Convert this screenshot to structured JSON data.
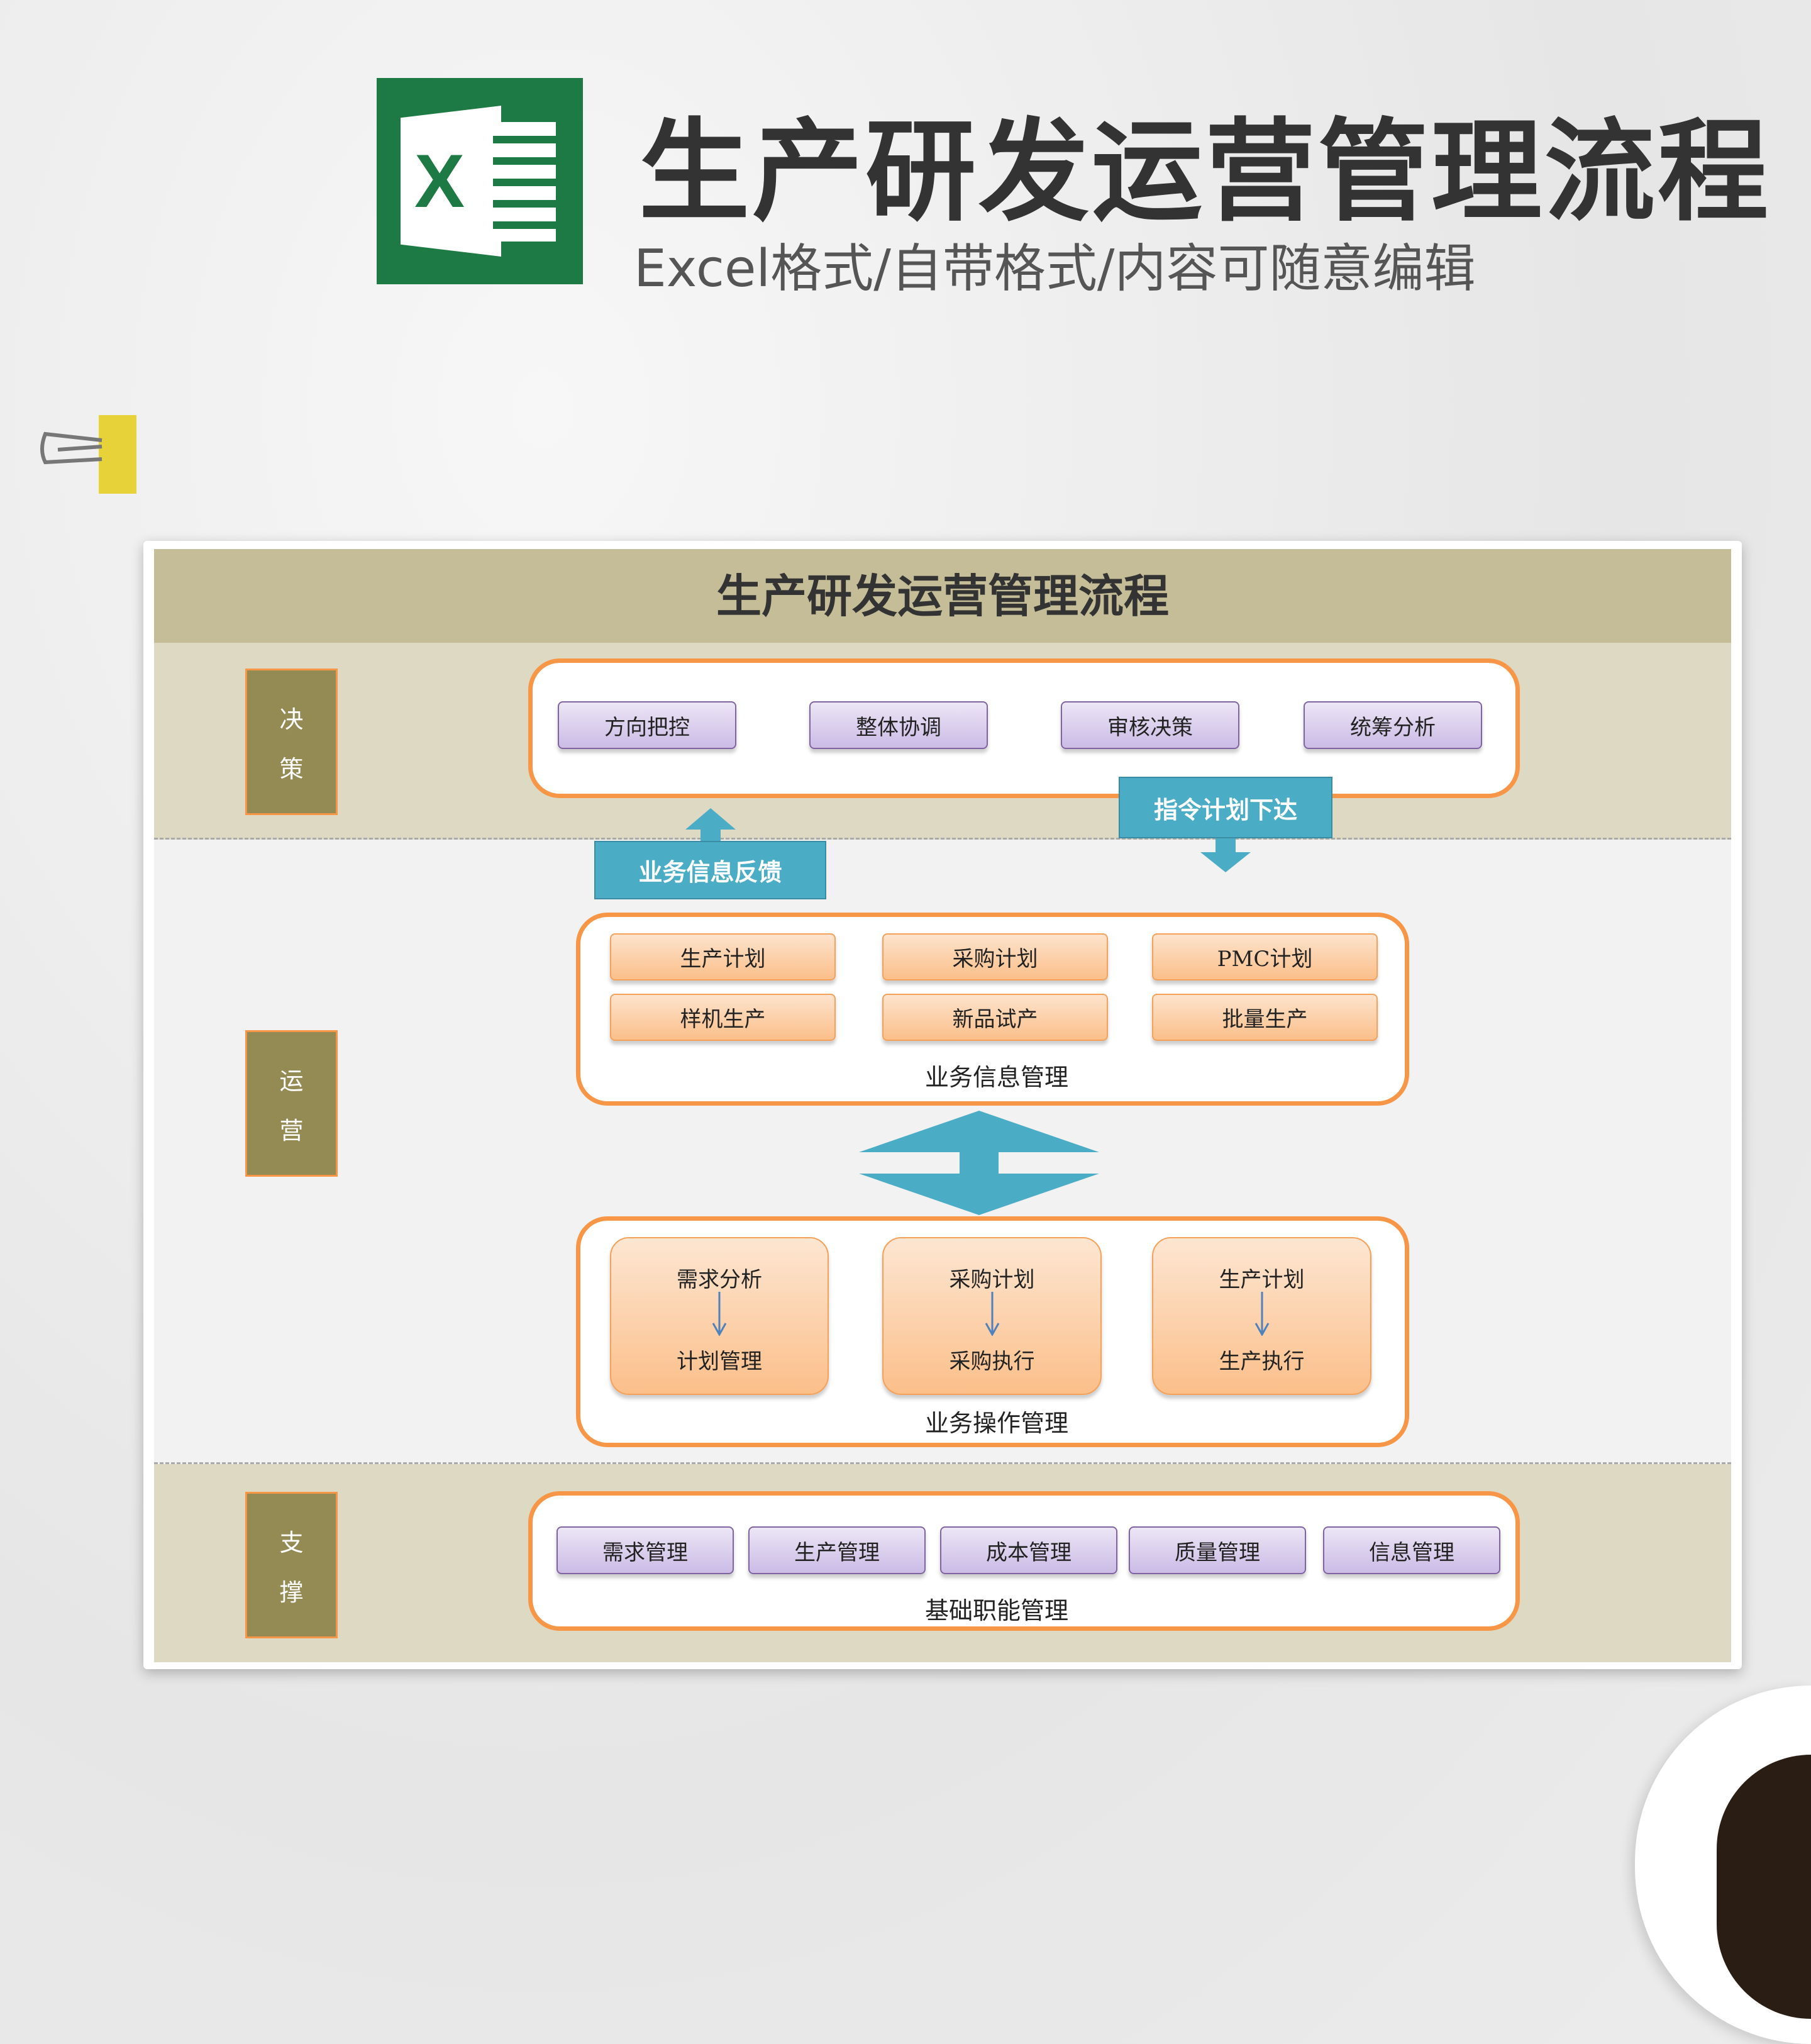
{
  "header": {
    "title": "生产研发运营管理流程",
    "subtitle": "Excel格式/自带格式/内容可随意编辑",
    "logo_letter": "X"
  },
  "diagram": {
    "title": "生产研发运营管理流程",
    "lanes": [
      {
        "label": [
          "决",
          "策"
        ]
      },
      {
        "label": [
          "运",
          "营"
        ]
      },
      {
        "label": [
          "支",
          "撑"
        ]
      }
    ],
    "decision": [
      "方向把控",
      "整体协调",
      "审核决策",
      "统筹分析"
    ],
    "arrow_down_label": "指令计划下达",
    "arrow_up_label": "业务信息反馈",
    "info_mgmt": {
      "label": "业务信息管理",
      "items": [
        "生产计划",
        "采购计划",
        "PMC计划",
        "样机生产",
        "新品试产",
        "批量生产"
      ]
    },
    "ops_mgmt": {
      "label": "业务操作管理",
      "items": [
        {
          "from": "需求分析",
          "to": "计划管理"
        },
        {
          "from": "采购计划",
          "to": "采购执行"
        },
        {
          "from": "生产计划",
          "to": "生产执行"
        }
      ]
    },
    "support": {
      "label": "基础职能管理",
      "items": [
        "需求管理",
        "生产管理",
        "成本管理",
        "质量管理",
        "信息管理"
      ]
    }
  },
  "colors": {
    "accent": "#f79646",
    "lane": "#948a54",
    "purple": "#8064a2",
    "blue": "#4bacc6"
  }
}
